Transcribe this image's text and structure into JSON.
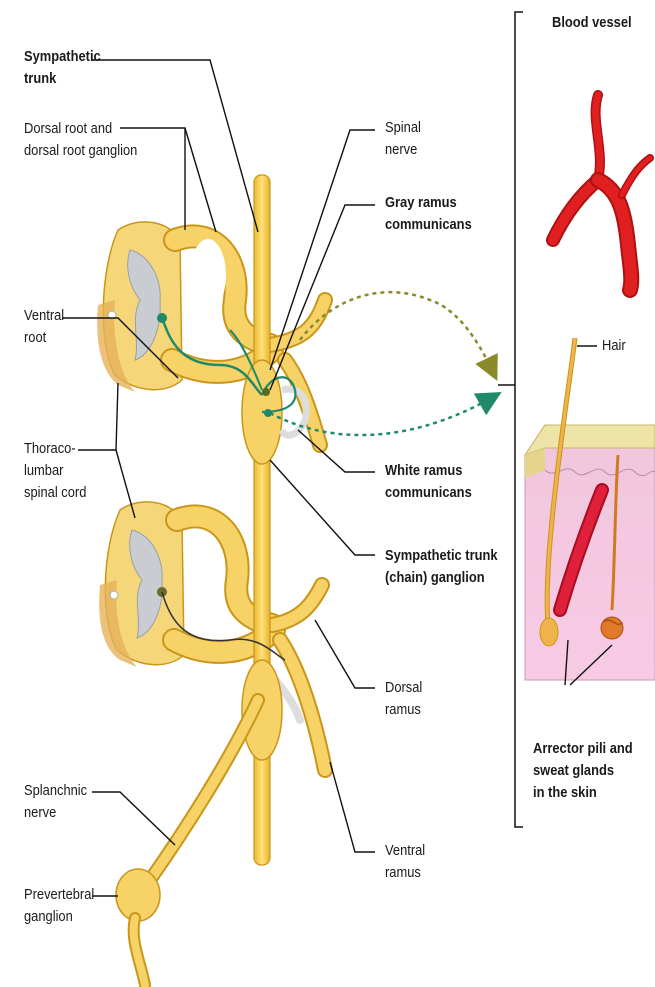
{
  "labels": {
    "sympathetic_trunk": [
      "Sympathetic",
      "trunk"
    ],
    "dorsal_root": [
      "Dorsal root and",
      "dorsal root ganglion"
    ],
    "ventral_root": [
      "Ventral",
      "root"
    ],
    "thoracolumbar": [
      "Thoraco-",
      "lumbar",
      "spinal cord"
    ],
    "splanchnic": [
      "Splanchnic",
      "nerve"
    ],
    "prevertebral": [
      "Prevertebral",
      "ganglion"
    ],
    "spinal_nerve": [
      "Spinal",
      "nerve"
    ],
    "gray_ramus": [
      "Gray ramus",
      "communicans"
    ],
    "white_ramus": [
      "White ramus",
      "communicans"
    ],
    "trunk_ganglion": [
      "Sympathetic trunk",
      "(chain) ganglion"
    ],
    "dorsal_ramus": [
      "Dorsal",
      "ramus"
    ],
    "ventral_ramus": [
      "Ventral",
      "ramus"
    ],
    "blood_vessel": "Blood vessel",
    "hair": "Hair",
    "arrector": [
      "Arrector pili and",
      "sweat glands",
      "in the skin"
    ]
  },
  "colors": {
    "nerve": "#f2c94c",
    "nerve_edge": "#c9961a",
    "gray_matter": "#c9cdd2",
    "preganglionic": "#1f8a6a",
    "postganglionic": "#8a8a2a",
    "vessel": "#e02020",
    "skin_pink": "#f3b7d6",
    "skin_top": "#efe4a8",
    "leader": "#111111"
  }
}
